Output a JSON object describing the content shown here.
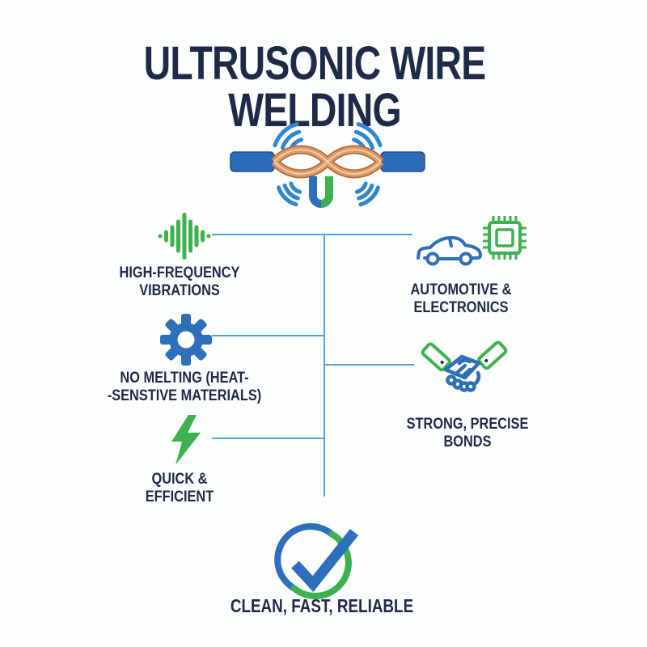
{
  "title": "ULTRUSONIC WIRE WELDING",
  "colors": {
    "navy_text": "#1e2a47",
    "icon_blue": "#2d6fba",
    "icon_green": "#3cb24f",
    "wave_arc_blue": "#2f86d2",
    "connector_line_blue": "#4fa3da",
    "wire_insulation_blue": "#2b6cb8",
    "copper": "#dd9a66",
    "background": "#fcfdfd"
  },
  "hero": {
    "icon": "twisted-copper-wires-with-ultrasonic-waves-and-u-mark"
  },
  "left_features": [
    {
      "icon": "vibration-waveform-icon",
      "label": "HIGH-FREQUENCY\nVIBRATIONS"
    },
    {
      "icon": "gear-icon",
      "label": "NO MELTING (HEAT-\n-SENSTIVE MATERIALS)"
    },
    {
      "icon": "lightning-bolt-icon",
      "label": "QUICK &\nEFFICIENT"
    }
  ],
  "right_features": [
    {
      "icon": "car-icon and microchip-icon",
      "label": "AUTOMOTIVE &\nELECTRONICS"
    },
    {
      "icon": "handshake-icon",
      "label": "STRONG, PRECISE\nBONDS"
    }
  ],
  "footer": {
    "icon": "check-circle-icon",
    "label": "CLEAN, FAST, RELIABLE"
  }
}
